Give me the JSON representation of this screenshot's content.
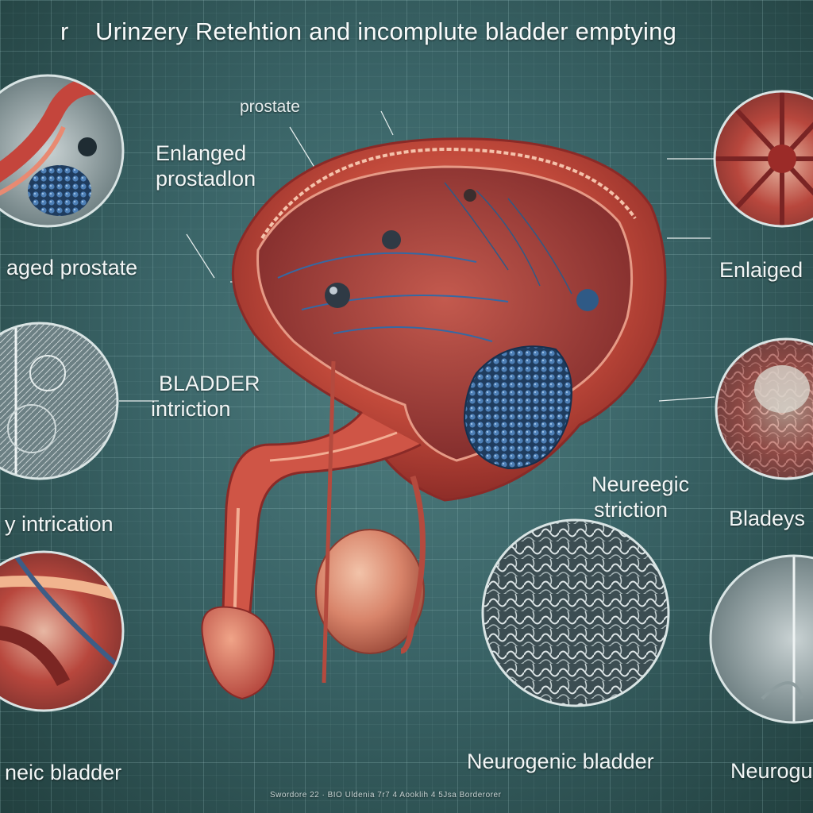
{
  "header": {
    "title_prefix": "r",
    "title": "Urinzery Retehtion and incomplute bladder emptying"
  },
  "callouts": {
    "prostate": "prostate",
    "enlarged_prostation_line1": "Enlanged",
    "enlarged_prostation_line2": "prostadlon",
    "bladder_intriction_line1": "BLADDER",
    "bladder_intriction_line2": "intriction",
    "neureegic_line1": "Neureegic",
    "neureegic_line2": "striction"
  },
  "left_panels": {
    "top_caption": "aged prostate",
    "middle_caption": "y intrication",
    "bottom_caption": "neic bladder"
  },
  "right_panels": {
    "top_caption": "Enlaiged",
    "middle_caption": "Bladeys",
    "bottom_caption": "Neurogu"
  },
  "center_panel": {
    "caption": "Neurogenic bladder"
  },
  "footer": {
    "text": "Swordore 22 · BIO Uldenia 7r7 4 Aooklih 4 5Jsa Borderorer"
  },
  "colors": {
    "background": "#3a6467",
    "tissue": "#c9443a",
    "tissue_light": "#e88a72",
    "nodule_blue": "#2f5a86",
    "text": "#f2f6f6"
  }
}
